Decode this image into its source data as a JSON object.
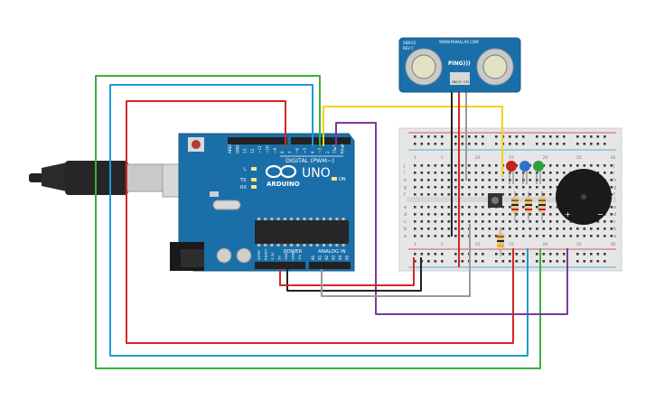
{
  "arduino": {
    "brand": "ARDUINO",
    "model": "UNO",
    "digital_header": "DIGITAL (PWM~)",
    "power_label": "POWER",
    "analog_label": "ANALOG IN",
    "on_label": "ON",
    "led_labels": [
      "L",
      "TX",
      "RX"
    ],
    "top_pins": [
      "AREF",
      "GND",
      "13",
      "12",
      "~11",
      "~10",
      "~9",
      "8",
      "7",
      "~6",
      "~5",
      "4",
      "~3",
      "2",
      "TX▸1",
      "RX◂0"
    ],
    "power_pins": [
      "IOREF",
      "RESET",
      "3.3V",
      "5V",
      "GND",
      "GND",
      "Vin"
    ],
    "analog_pins": [
      "A0",
      "A1",
      "A2",
      "A3",
      "A4",
      "A5"
    ]
  },
  "sensor": {
    "part_no": "28015",
    "rev": "REV C",
    "brand": "WWW.PARALLAX.COM",
    "name": "PING)))",
    "pins": [
      "GND",
      "5V",
      "SIG"
    ]
  },
  "breadboard": {
    "row_letters_top": [
      "j",
      "i",
      "h",
      "g",
      "f"
    ],
    "row_letters_bottom": [
      "e",
      "d",
      "c",
      "b",
      "a"
    ],
    "col_numbers": [
      "1",
      "5",
      "10",
      "15",
      "20",
      "25",
      "30"
    ]
  },
  "buzzer": {
    "plus": "+",
    "minus": "−"
  },
  "colors": {
    "board": "#1b6fa8",
    "red_wire": "#d3262a",
    "blue_wire": "#1f9ad6",
    "green_wire": "#3bb03b",
    "yellow_wire": "#f2d21b",
    "purple_wire": "#7b3a9a",
    "black_wire": "#222222",
    "gray_wire": "#9a9a9a",
    "led_red": "#c0231f",
    "led_blue": "#2b74c9",
    "led_green": "#2da23a"
  }
}
